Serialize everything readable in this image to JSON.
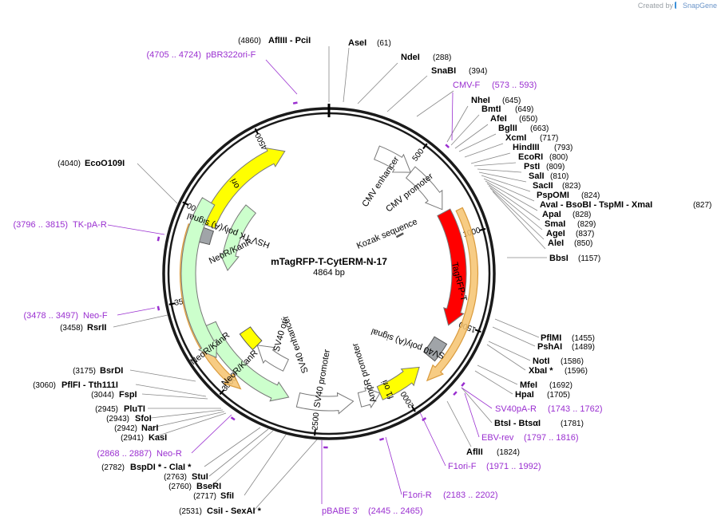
{
  "watermark": {
    "prefix": "Created by",
    "brand": "SnapGene"
  },
  "plasmid": {
    "name": "mTagRFP-T-CytERM-N-17",
    "size_label": "4864 bp",
    "length": 4864
  },
  "ticks": [
    "500",
    "1000",
    "1500",
    "2000",
    "2500",
    "3000",
    "3500",
    "4000",
    "4500"
  ],
  "features": [
    {
      "name": "CMV enhancer",
      "start": 0.06,
      "end": 0.108,
      "strand": "+",
      "color": "#ffffff",
      "ring": "inner"
    },
    {
      "name": "CMV promoter",
      "start": 0.108,
      "end": 0.168,
      "strand": "+",
      "color": "#ffffff",
      "ring": "inner"
    },
    {
      "name": "TagRFP-T",
      "start": 0.172,
      "end": 0.315,
      "strand": "+",
      "color": "#ff0000",
      "ring": "inner"
    },
    {
      "name": "SV40 poly(A) signal",
      "start": 0.336,
      "end": 0.36,
      "strand": "none",
      "color": "#a0a4a8",
      "ring": "inner"
    },
    {
      "name": "f1 ori",
      "start": 0.378,
      "end": 0.436,
      "strand": "-",
      "color": "#ffff00",
      "ring": "inner"
    },
    {
      "name": "AmpR promoter",
      "start": 0.436,
      "end": 0.462,
      "strand": "-",
      "color": "#ffffff",
      "ring": "inner"
    },
    {
      "name": "SV40 promoter",
      "start": 0.47,
      "end": 0.538,
      "strand": "-",
      "color": "#ffffff",
      "ring": "inner"
    },
    {
      "name": "NeoR/KanR",
      "start": 0.55,
      "end": 0.686,
      "strand": "-",
      "color": "#ccffcc",
      "ring": "inner"
    },
    {
      "name": "HSV TK poly(A) signal",
      "start": 0.788,
      "end": 0.806,
      "strand": "none",
      "color": "#a0a4a8",
      "ring": "inner"
    },
    {
      "name": "ori",
      "start": 0.81,
      "end": 0.945,
      "strand": "+",
      "color": "#ffff00",
      "ring": "inner"
    },
    {
      "name": "NeoR/KanR",
      "start": 0.648,
      "end": 0.836,
      "strand": "-",
      "color": "#ccffcc",
      "ring": "middle"
    },
    {
      "name": "SV40 ori",
      "start": 0.625,
      "end": 0.655,
      "strand": "none",
      "color": "#ffff00",
      "ring": "small"
    },
    {
      "name": "SV40 enhancer",
      "start": 0.57,
      "end": 0.625,
      "strand": "+",
      "color": "#ffffff",
      "ring": "small"
    },
    {
      "name": "NeoR/KanR",
      "start": 0.755,
      "end": 0.86,
      "strand": "-",
      "color": "#ccffcc",
      "ring": "small"
    },
    {
      "name": "Kozak sequence",
      "start": 0.171,
      "end": 0.172,
      "strand": "none",
      "color": "#555555",
      "ring": "inner"
    }
  ],
  "orange_arcs": [
    {
      "start": 0.177,
      "end": 0.382,
      "strand": "+"
    },
    {
      "start": 0.604,
      "end": 0.804,
      "strand": "-"
    }
  ],
  "primer_marks": [
    {
      "start": 0.967,
      "end": 0.971
    },
    {
      "start": 0.117,
      "end": 0.121
    },
    {
      "start": 0.358,
      "end": 0.362
    },
    {
      "start": 0.369,
      "end": 0.373
    },
    {
      "start": 0.406,
      "end": 0.41
    },
    {
      "start": 0.449,
      "end": 0.453
    },
    {
      "start": 0.501,
      "end": 0.505
    },
    {
      "start": 0.591,
      "end": 0.595
    },
    {
      "start": 0.716,
      "end": 0.72
    },
    {
      "start": 0.78,
      "end": 0.784
    }
  ],
  "site_labels": [
    {
      "pos": "(4860)",
      "name": "AflIII  - PciI"
    },
    {
      "pos": "(61)",
      "name": "AseI"
    },
    {
      "pos": "(288)",
      "name": "NdeI"
    },
    {
      "pos": "(394)",
      "name": "SnaBI"
    },
    {
      "pos": "(645)",
      "name": "NheI"
    },
    {
      "pos": "(649)",
      "name": "BmtI"
    },
    {
      "pos": "(650)",
      "name": "AfeI"
    },
    {
      "pos": "(663)",
      "name": "BglII"
    },
    {
      "pos": "(717)",
      "name": "XcmI"
    },
    {
      "pos": "(793)",
      "name": "HindIII"
    },
    {
      "pos": "(800)",
      "name": "EcoRI"
    },
    {
      "pos": "(809)",
      "name": "PstI"
    },
    {
      "pos": "(810)",
      "name": "SalI"
    },
    {
      "pos": "(823)",
      "name": "SacII"
    },
    {
      "pos": "(824)",
      "name": "PspOMI"
    },
    {
      "pos": "(827)",
      "name": "AvaI  - BsoBI  - TspMI  - XmaI"
    },
    {
      "pos": "(828)",
      "name": "ApaI"
    },
    {
      "pos": "(829)",
      "name": "SmaI"
    },
    {
      "pos": "(837)",
      "name": "AgeI"
    },
    {
      "pos": "(850)",
      "name": "AleI"
    },
    {
      "pos": "(1157)",
      "name": "BbsI"
    },
    {
      "pos": "(1455)",
      "name": "PflMI"
    },
    {
      "pos": "(1489)",
      "name": "PshAI"
    },
    {
      "pos": "(1586)",
      "name": "NotI"
    },
    {
      "pos": "(1596)",
      "name": "XbaI *"
    },
    {
      "pos": "(1692)",
      "name": "MfeI"
    },
    {
      "pos": "(1705)",
      "name": "HpaI"
    },
    {
      "pos": "(1781)",
      "name": "BtsI  - BtsαI"
    },
    {
      "pos": "(1824)",
      "name": "AflII"
    },
    {
      "pos": "(2531)",
      "name": "CsiI  - SexAI *"
    },
    {
      "pos": "(2717)",
      "name": "SfiI"
    },
    {
      "pos": "(2760)",
      "name": "BseRI"
    },
    {
      "pos": "(2763)",
      "name": "StuI"
    },
    {
      "pos": "(2782)",
      "name": "BspDI *  - ClaI *"
    },
    {
      "pos": "(2941)",
      "name": "KasI"
    },
    {
      "pos": "(2942)",
      "name": "NarI"
    },
    {
      "pos": "(2943)",
      "name": "SfoI"
    },
    {
      "pos": "(2945)",
      "name": "PluTI"
    },
    {
      "pos": "(3044)",
      "name": "FspI"
    },
    {
      "pos": "(3060)",
      "name": "PflFI  - Tth111I"
    },
    {
      "pos": "(3175)",
      "name": "BsrDI"
    },
    {
      "pos": "(3458)",
      "name": "RsrII"
    },
    {
      "pos": "(4040)",
      "name": "EcoO109I"
    }
  ],
  "primer_labels": [
    {
      "range": "(4705 .. 4724)",
      "name": "pBR322ori-F"
    },
    {
      "range": "(573 .. 593)",
      "name": "CMV-F"
    },
    {
      "range": "(3796 .. 3815)",
      "name": "TK-pA-R"
    },
    {
      "range": "(3478 .. 3497)",
      "name": "Neo-F"
    },
    {
      "range": "(1743 .. 1762)",
      "name": "SV40pA-R"
    },
    {
      "range": "(1797 .. 1816)",
      "name": "EBV-rev"
    },
    {
      "range": "(1971 .. 1992)",
      "name": "F1ori-F"
    },
    {
      "range": "(2183 .. 2202)",
      "name": "F1ori-R"
    },
    {
      "range": "(2445 .. 2465)",
      "name": "pBABE 3'"
    },
    {
      "range": "(2868 .. 2887)",
      "name": "Neo-R"
    }
  ]
}
